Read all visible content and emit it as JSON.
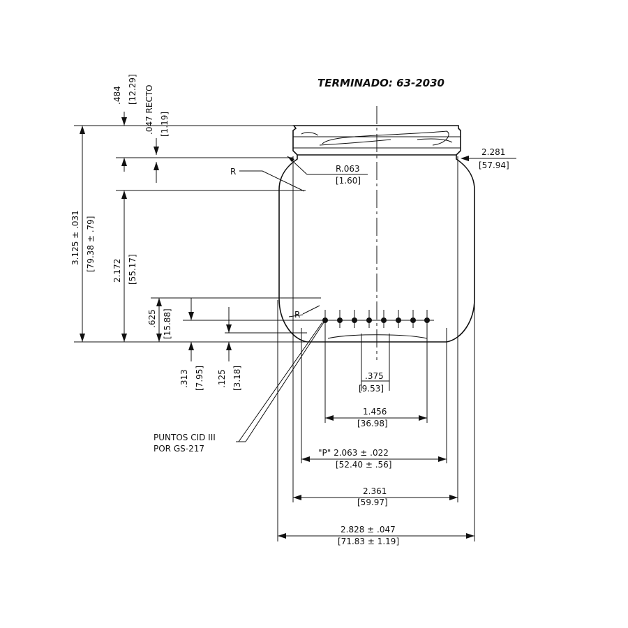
{
  "title": "TERMINADO: 63-2030",
  "dims": {
    "top_finish_in": ".484",
    "top_finish_mm": "[12.29]",
    "recto_in": ".047 RECTO",
    "recto_mm": "[1.19]",
    "height_in": "3.125 ± .031",
    "height_mm": "[79.38 ± .79]",
    "body_in": "2.172",
    "body_mm": "[55.17]",
    "lower_in": ".625",
    "lower_mm": "[15.88]",
    "base313_in": ".313",
    "base313_mm": "[7.95]",
    "base125_in": ".125",
    "base125_mm": "[3.18]",
    "neck_dia_in": "2.281",
    "neck_dia_mm": "[57.94]",
    "radius_in": "R.063",
    "radius_mm": "[1.60]",
    "r_upper": "R",
    "r_lower": "R",
    "d375_in": ".375",
    "d375_mm": "[9.53]",
    "d1456_in": "1.456",
    "d1456_mm": "[36.98]",
    "p_in": "\"P\" 2.063 ± .022",
    "p_mm": "[52.40 ± .56]",
    "d2361_in": "2.361",
    "d2361_mm": "[59.97]",
    "d2828_in": "2.828 ± .047",
    "d2828_mm": "[71.83 ± 1.19]"
  },
  "note": {
    "line1": "PUNTOS CID III",
    "line2": "POR GS-217"
  }
}
